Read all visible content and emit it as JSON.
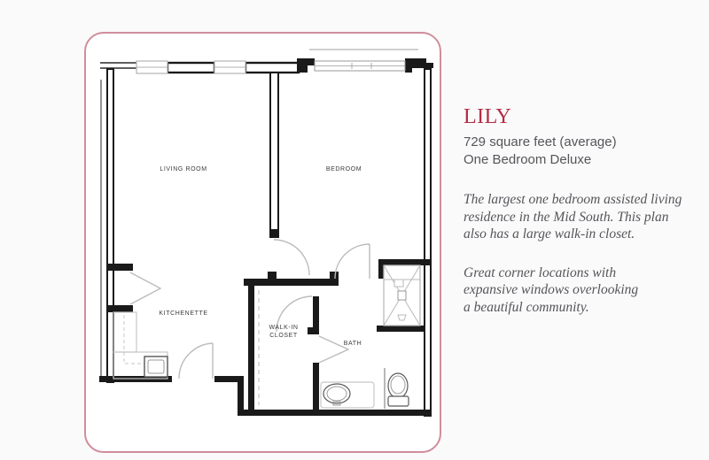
{
  "page": {
    "background": "#fbfafa"
  },
  "card": {
    "border_color": "#cf8d9b"
  },
  "floor_plan": {
    "rooms": {
      "living_room": "LIVING ROOM",
      "bedroom": "BEDROOM",
      "kitchenette": "KITCHENETTE",
      "walk_in_line1": "WALK-IN",
      "walk_in_line2": "CLOSET",
      "bath": "BATH"
    }
  },
  "panel": {
    "title": "LILY",
    "title_color": "#b22c45",
    "size": "729 square feet (average)",
    "type": "One Bedroom Deluxe",
    "description1_lines": [
      "The largest one bedroom assisted living",
      "residence in the Mid South. This plan",
      "also has a large walk-in closet."
    ],
    "description2_lines": [
      "Great corner locations with",
      "expansive windows overlooking",
      "a beautiful community."
    ]
  }
}
